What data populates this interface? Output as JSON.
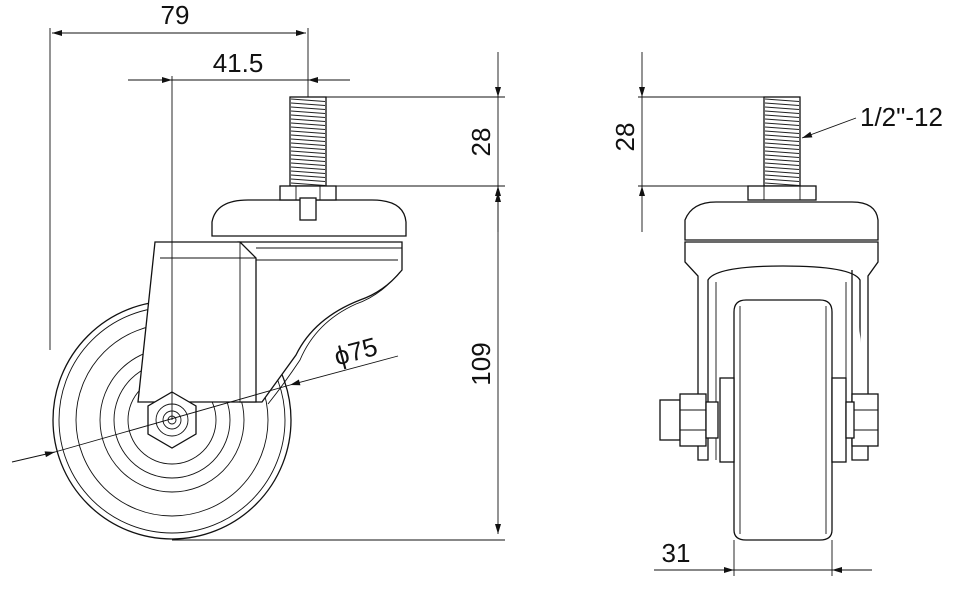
{
  "dimensions": {
    "overall_width": "79",
    "stem_offset": "41.5",
    "stem_length_side": "28",
    "height": "109",
    "wheel_diameter": "ϕ75",
    "stem_length_front": "28",
    "thread_spec": "1/2\"-12",
    "wheel_width": "31"
  }
}
